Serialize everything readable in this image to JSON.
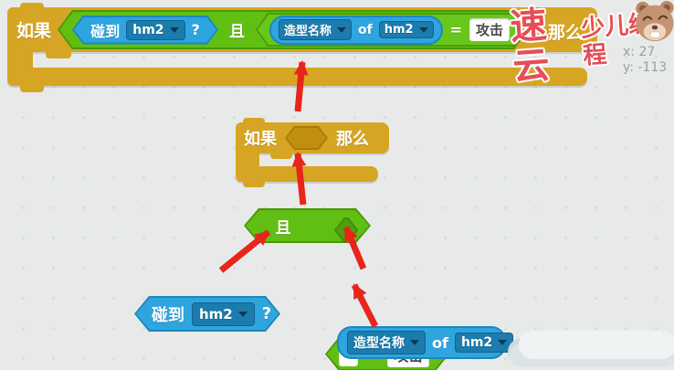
{
  "stage": {
    "bg": "#e8eaea",
    "dot_color": "#d9dddd"
  },
  "colors": {
    "control_yellow": "#d7a524",
    "operator_green": "#61bf13",
    "sensing_blue": "#2fa5df",
    "arrow_red": "#e8251a"
  },
  "top_block": {
    "if_label": "如果",
    "then_label": "那么",
    "and_label": "且",
    "touching": {
      "label": "碰到",
      "value": "hm2",
      "suffix": "?"
    },
    "costume": {
      "attr": "造型名称",
      "of": "of",
      "target": "hm2"
    },
    "equals": {
      "op": "=",
      "value": "攻击"
    }
  },
  "mid_if_block": {
    "if_label": "如果",
    "then_label": "那么"
  },
  "and_block": {
    "label": "且"
  },
  "touching_block": {
    "label": "碰到",
    "value": "hm2",
    "suffix": "?"
  },
  "equals_block": {
    "op": "=",
    "value": "攻击"
  },
  "costume_block": {
    "attr": "造型名称",
    "of": "of",
    "target": "hm2"
  },
  "overlay": {
    "watermark_main": "速云",
    "watermark_sub": "少儿编程",
    "coord_x": "x: 27",
    "coord_y": "y: -113"
  }
}
